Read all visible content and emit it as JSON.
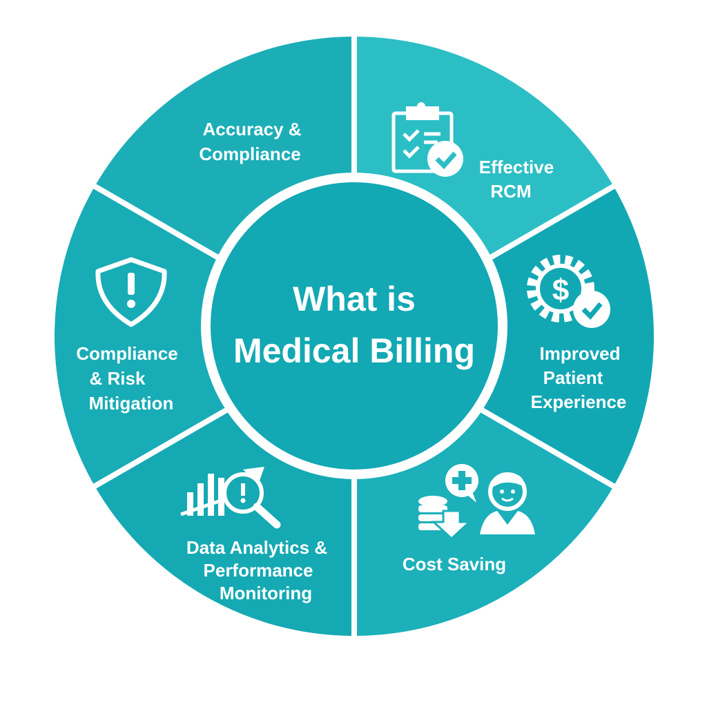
{
  "center": {
    "line1": "What is",
    "line2": "Medical Billing"
  },
  "segments": [
    {
      "id": "accuracy",
      "lines": [
        "Accuracy &",
        "Compliance"
      ],
      "icon": "none",
      "color": "#1BAEB7"
    },
    {
      "id": "rcm",
      "lines": [
        "Effective",
        "RCM"
      ],
      "icon": "clipboard-check-icon",
      "color": "#2CBEC5"
    },
    {
      "id": "patient",
      "lines": [
        "Improved",
        "Patient",
        "Experience"
      ],
      "icon": "gear-dollar-check-icon",
      "color": "#11A8B4"
    },
    {
      "id": "cost",
      "lines": [
        "Cost Saving"
      ],
      "icon": "coins-doctor-icon",
      "color": "#1BB0BA"
    },
    {
      "id": "analytics",
      "lines": [
        "Data Analytics &",
        "Performance",
        "Monitoring"
      ],
      "icon": "chart-magnifier-icon",
      "color": "#15A9B3"
    },
    {
      "id": "risk",
      "lines": [
        "Compliance",
        "& Risk",
        "Mitigation"
      ],
      "icon": "shield-alert-icon",
      "color": "#18ACB6"
    }
  ],
  "colors": {
    "inner": "#12A8B4",
    "stroke": "#FFFFFF"
  }
}
